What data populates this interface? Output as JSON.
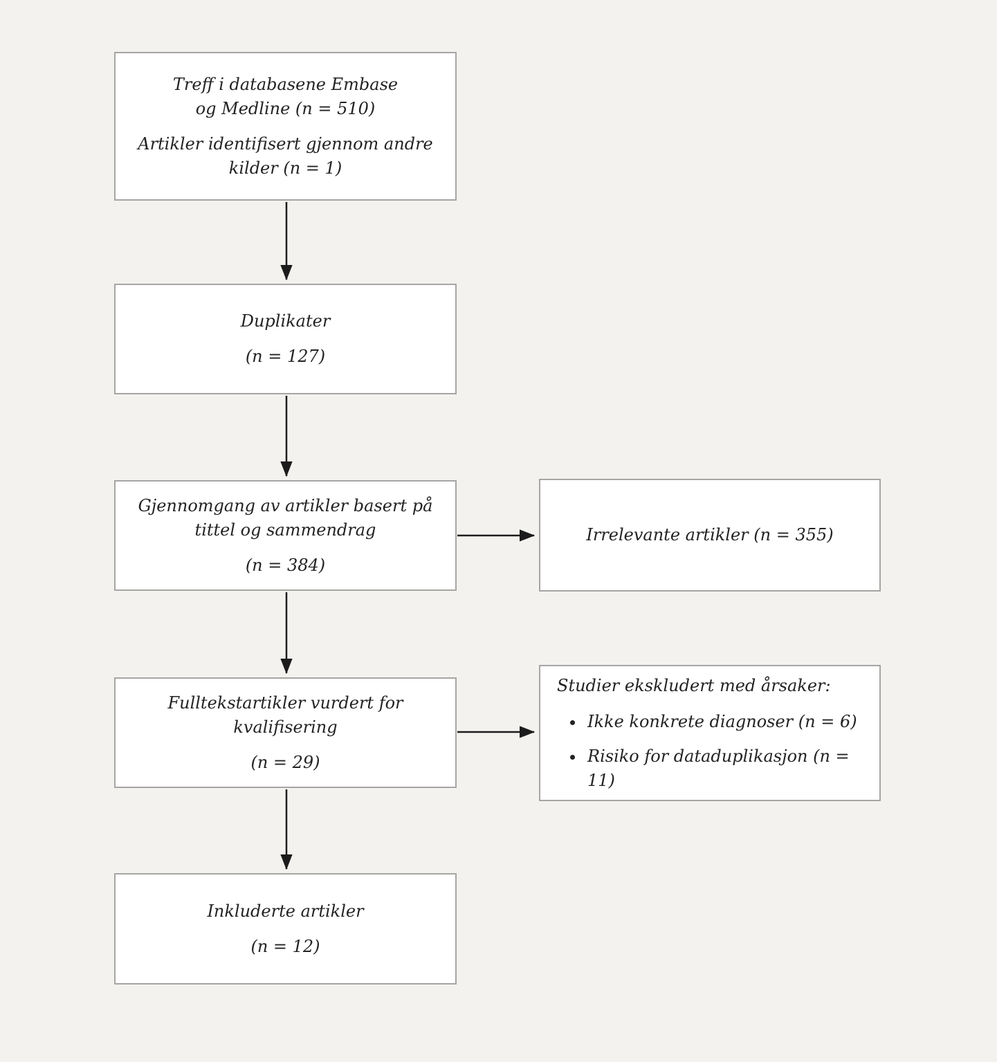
{
  "figure": {
    "type": "flowchart",
    "language": "no",
    "colors": {
      "background": "#f3f2ef",
      "box_fill": "#ffffff",
      "box_border": "#a6a5a3",
      "text": "#232323",
      "arrow": "#1c1c1c"
    },
    "flow": {
      "identification": {
        "p1": "Treff i databasene Embase\nog Medline (n = 510)",
        "p2": "Artikler identifisert gjennom andre\nkilder (n = 1)"
      },
      "duplicates": {
        "p1": "Duplikater",
        "p2": "(n = 127)"
      },
      "screening": {
        "p1": "Gjennomgang av artikler basert på\ntittel og sammendrag",
        "p2": "(n = 384)"
      },
      "irrelevant": {
        "p1": "Irrelevante artikler (n = 355)"
      },
      "fulltext": {
        "p1": "Fulltekstartikler vurdert for\nkvalifisering",
        "p2": "(n = 29)"
      },
      "excluded_reasons": {
        "title": "Studier ekskludert med årsaker:",
        "bullets": [
          "Ikke konkrete diagnoser (n = 6)",
          "Risiko for dataduplikasjon (n = 11)"
        ]
      },
      "included": {
        "p1": "Inkluderte artikler",
        "p2": "(n = 12)"
      }
    }
  }
}
